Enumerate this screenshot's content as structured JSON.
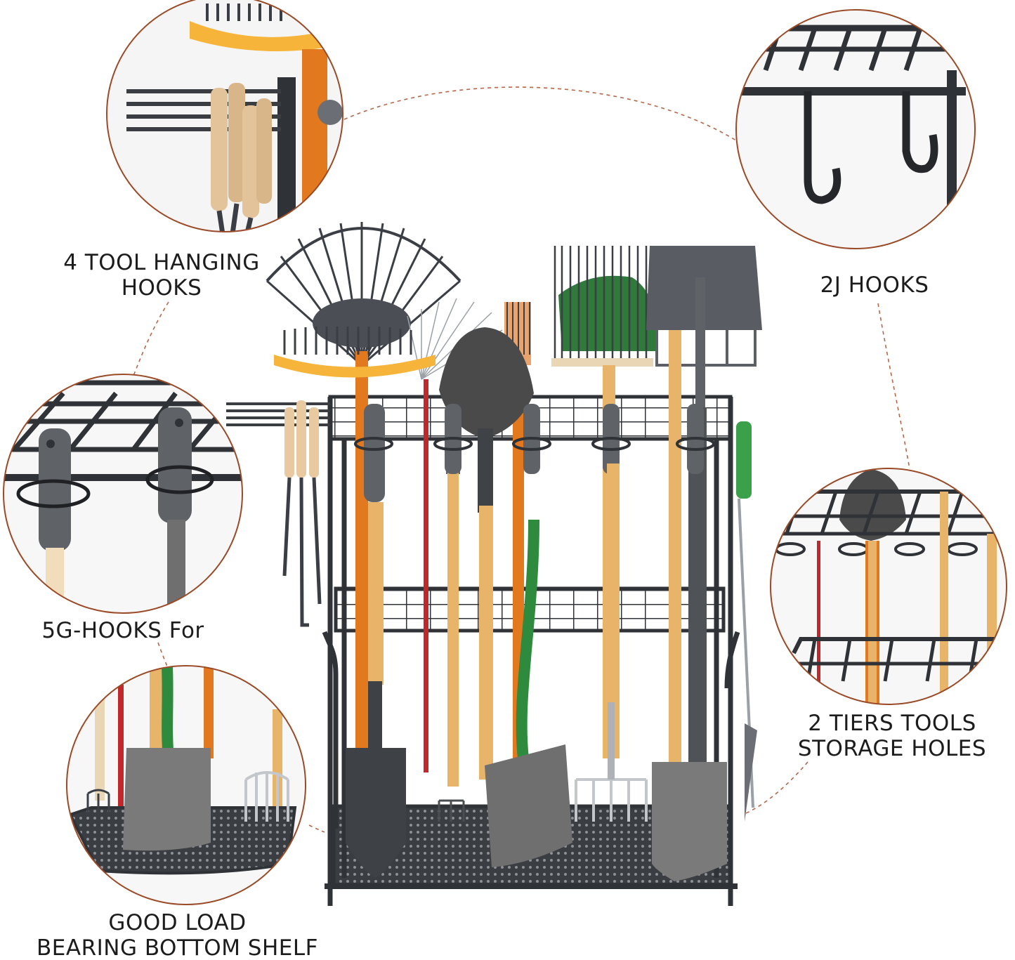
{
  "labels": {
    "hanging_hooks": [
      "4 TOOL HANGING",
      "HOOKS"
    ],
    "j_hooks": "2J  HOOKS",
    "g_hooks": "5G-HOOKS For",
    "tiers": [
      "2 TIERS TOOLS",
      "STORAGE HOLES"
    ],
    "bottom_shelf": [
      "GOOD LOAD",
      "BEARING BOTTOM SHELF"
    ]
  },
  "colors": {
    "rack_frame": "#2f3236",
    "callout_ring": "#9a4a26",
    "connector_dash": "#b5674a",
    "handle_wood": "#e8b46a",
    "handle_orange": "#e3791e",
    "rake_head_yellow": "#f6b53a",
    "shovel_blade": "#6f6f6f",
    "hose_green": "#2e8b3e",
    "scoop_green": "#2f7a3a",
    "label_text": "#1c1c1c"
  }
}
